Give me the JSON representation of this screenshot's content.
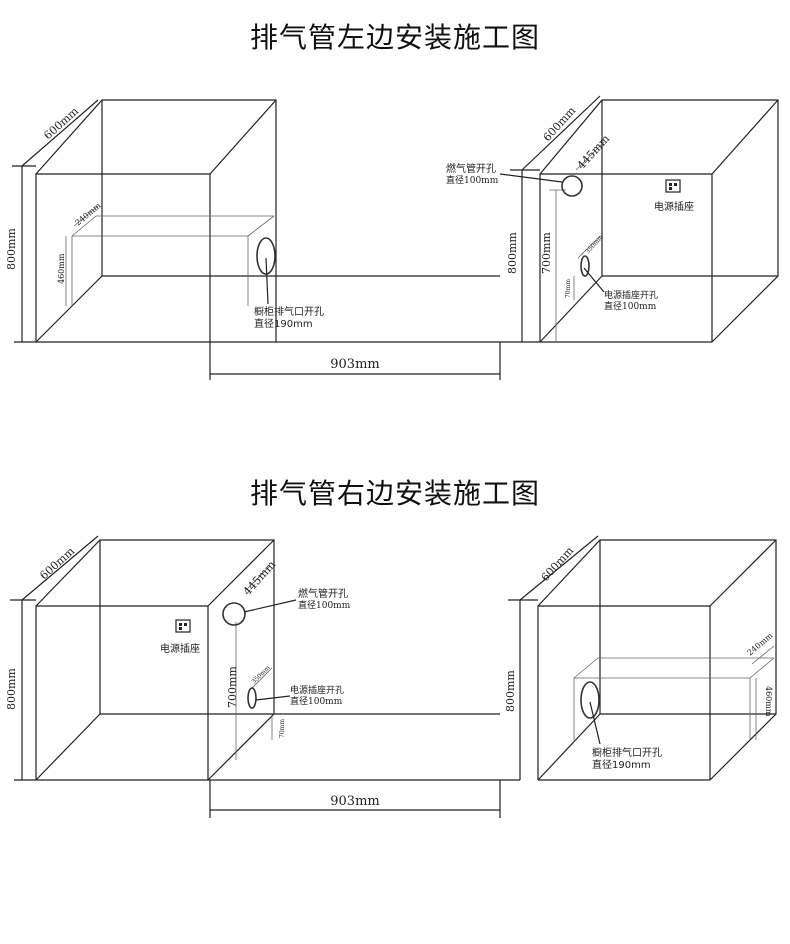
{
  "diagrams": [
    {
      "title": "排气管左边安装施工图",
      "width_dim": "903mm",
      "left_cabinet": {
        "depth": "600mm",
        "height": "800mm",
        "box_depth": "240mm",
        "box_height": "460mm",
        "exhaust_label": "橱柜排气口开孔",
        "exhaust_diameter": "直径190mm"
      },
      "right_cabinet": {
        "depth": "600mm",
        "height": "800mm",
        "inner_height": "700mm",
        "gas_offset": "445mm",
        "gas_label": "燃气管开孔",
        "gas_diameter": "直径100mm",
        "socket_label": "电源插座",
        "power_label": "电源插座开孔",
        "power_diameter": "直径100mm",
        "small_offset": "350mm",
        "small_height": "70mm"
      }
    },
    {
      "title": "排气管右边安装施工图",
      "width_dim": "903mm",
      "left_cabinet": {
        "depth": "600mm",
        "height": "800mm",
        "inner_height": "700mm",
        "gas_offset": "445mm",
        "gas_label": "燃气管开孔",
        "gas_diameter": "直径100mm",
        "socket_label": "电源插座",
        "power_label": "电源插座开孔",
        "power_diameter": "直径100mm",
        "small_offset": "350mm",
        "small_height": "70mm"
      },
      "right_cabinet": {
        "depth": "600mm",
        "height": "800mm",
        "box_depth": "240mm",
        "box_height": "460mm",
        "exhaust_label": "橱柜排气口开孔",
        "exhaust_diameter": "直径190mm"
      }
    }
  ]
}
